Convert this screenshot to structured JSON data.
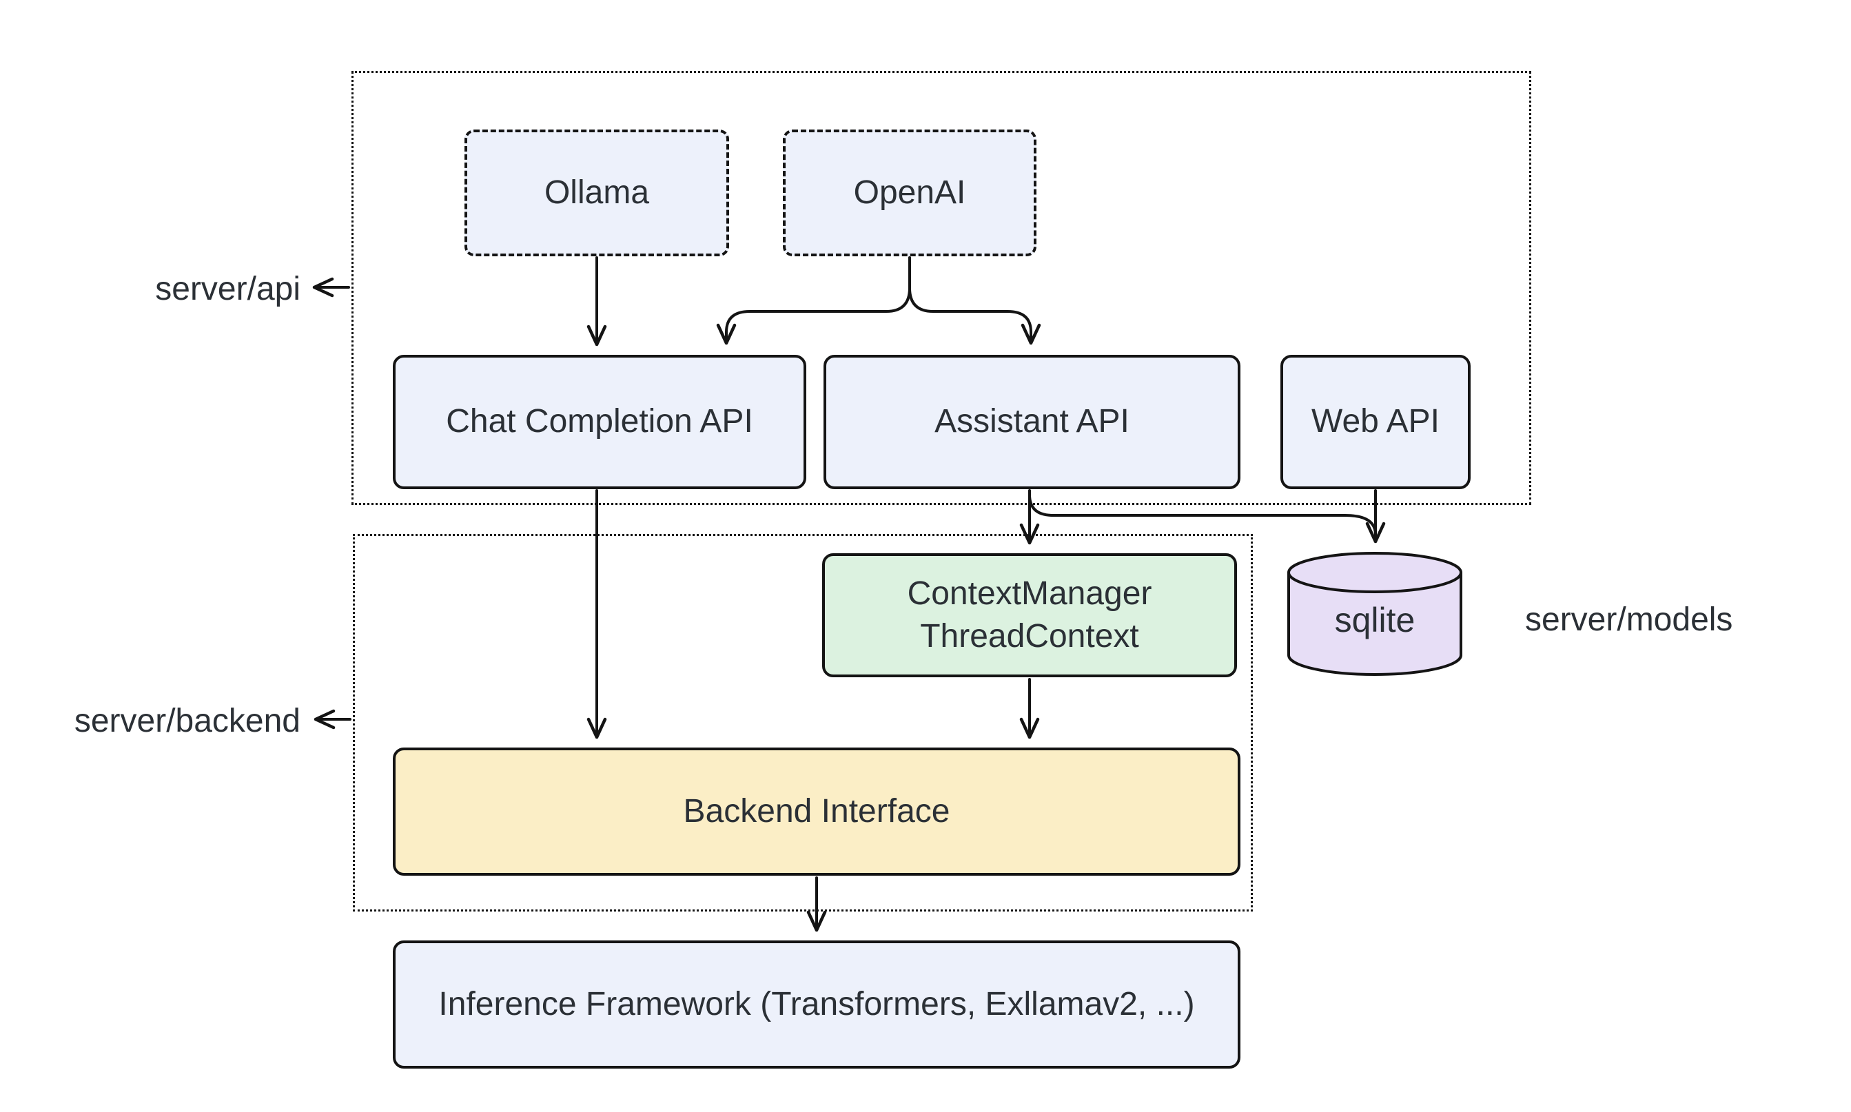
{
  "diagram": {
    "background": "#ffffff",
    "line_color": "#141414",
    "text_color": "#2b3036",
    "side_labels": {
      "server_api": "server/api",
      "server_backend": "server/backend",
      "server_models": "server/models"
    },
    "nodes": {
      "ollama": {
        "label": "Ollama",
        "fill": "#edf1fb",
        "border_style": "dashed"
      },
      "openai": {
        "label": "OpenAI",
        "fill": "#edf1fb",
        "border_style": "dashed"
      },
      "chat_completion_api": {
        "label": "Chat Completion API",
        "fill": "#edf1fb"
      },
      "assistant_api": {
        "label": "Assistant API",
        "fill": "#edf1fb"
      },
      "web_api": {
        "label": "Web API",
        "fill": "#edf1fb"
      },
      "context_manager": {
        "line1": "ContextManager",
        "line2": "ThreadContext",
        "fill": "#dcf2e0"
      },
      "sqlite": {
        "label": "sqlite",
        "fill": "#e7def6",
        "shape": "cylinder"
      },
      "backend_interface": {
        "label": "Backend Interface",
        "fill": "#fbeec6"
      },
      "inference_framework": {
        "label": "Inference Framework (Transformers, Exllamav2, ...)",
        "fill": "#edf1fb"
      }
    },
    "edges": [
      {
        "from": "ollama",
        "to": "chat_completion_api"
      },
      {
        "from": "openai",
        "to": "chat_completion_api"
      },
      {
        "from": "openai",
        "to": "assistant_api"
      },
      {
        "from": "chat_completion_api",
        "to": "backend_interface"
      },
      {
        "from": "assistant_api",
        "to": "context_manager"
      },
      {
        "from": "assistant_api",
        "to": "sqlite"
      },
      {
        "from": "web_api",
        "to": "sqlite"
      },
      {
        "from": "context_manager",
        "to": "backend_interface"
      },
      {
        "from": "backend_interface",
        "to": "inference_framework"
      },
      {
        "from": "server_api_border",
        "to": "server_api_label"
      },
      {
        "from": "server_backend_border",
        "to": "server_backend_label"
      }
    ]
  }
}
